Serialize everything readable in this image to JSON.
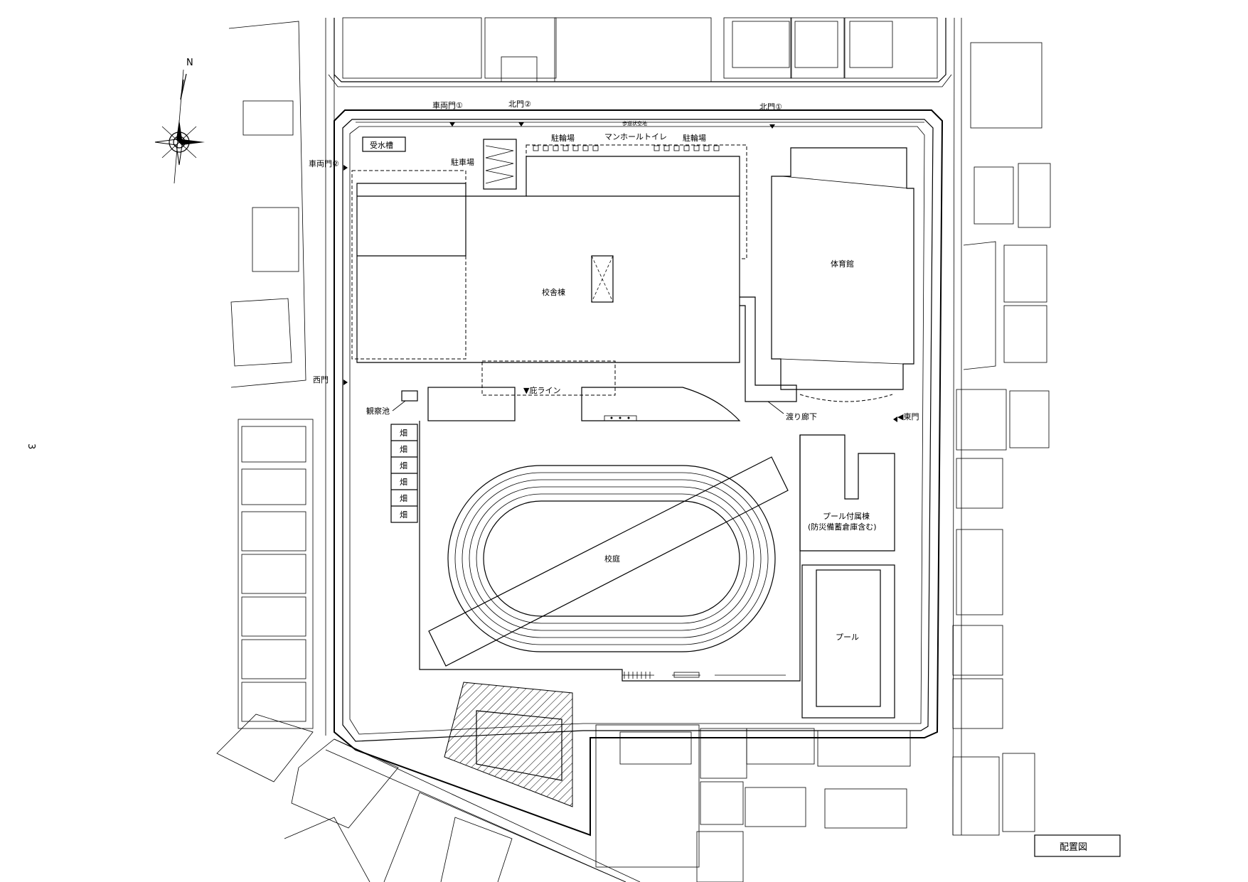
{
  "page_number": "3",
  "compass": {
    "north_label": "N"
  },
  "title_box": "配置図",
  "labels": {
    "vehicle_gate_1": "車両門①",
    "vehicle_gate_2": "車両門②",
    "north_gate_1": "北門①",
    "north_gate_2": "北門②",
    "sidewalk": "歩道状空地",
    "water_tank": "受水槽",
    "bicycle_parking": "駐輪場",
    "manhole_toilet": "マンホールトイレ",
    "parking": "駐車場",
    "school_building": "校舎棟",
    "gymnasium": "体育館",
    "eaves_line": "▼庇ライン",
    "west_gate": "西門",
    "observation_pond": "観察池",
    "corridor": "渡り廊下",
    "east_gate": "◀東門",
    "field": "畑",
    "pool_annex_1": "プール付属棟",
    "pool_annex_2": "(防災備蓄倉庫含む)",
    "schoolyard": "校庭",
    "pool": "プール"
  },
  "fields_count": 6
}
